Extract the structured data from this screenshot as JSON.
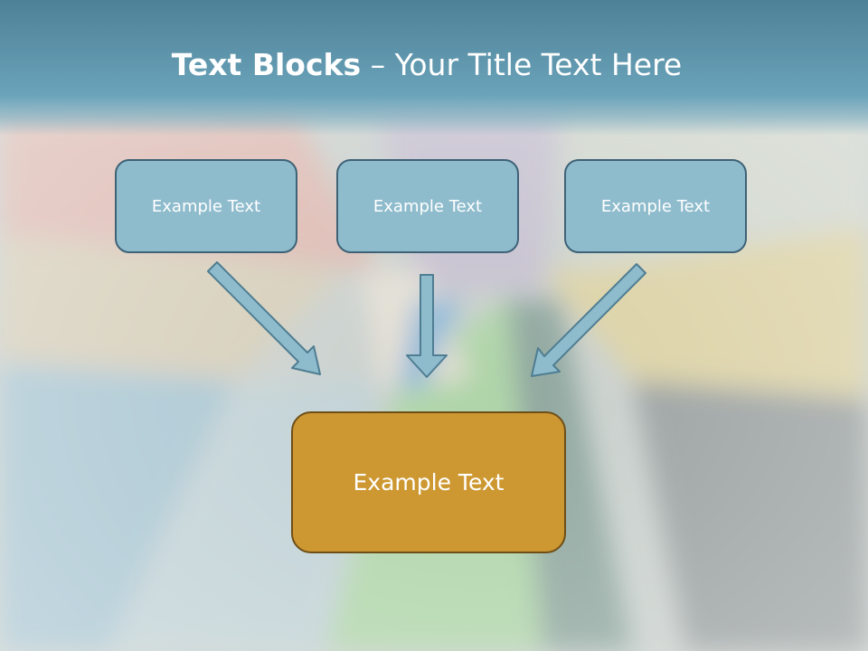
{
  "slide": {
    "title_bold": "Text Blocks",
    "title_rest": " – Your Title Text Here",
    "boxes": [
      {
        "label": "Example Text"
      },
      {
        "label": "Example Text"
      },
      {
        "label": "Example Text"
      }
    ],
    "center_box": {
      "label": "Example Text"
    }
  },
  "colors": {
    "header": "#6aa3ba",
    "box_fill": "#8fbccd",
    "box_border": "#3e6276",
    "center_fill": "#cd9832",
    "center_border": "#6e4e17",
    "arrow_fill": "#8fbccd"
  }
}
